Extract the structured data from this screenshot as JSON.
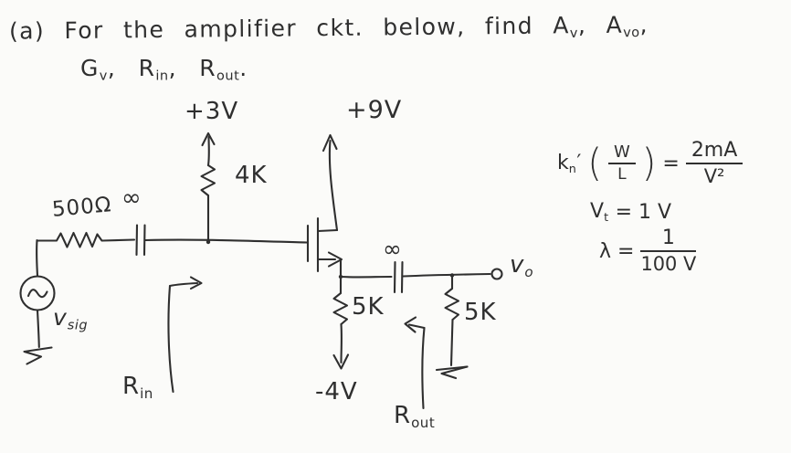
{
  "page": {
    "paper_color": "#fbfbf9",
    "ink_color": "#2f2f2f"
  },
  "title": {
    "l1_a": "(a) For the amplifier ckt. below, find A",
    "l1_sub1": "v",
    "l1_b": ", A",
    "l1_sub2": "vo",
    "l1_c": ",",
    "l2_a": "G",
    "l2_sub1": "v",
    "l2_b": ", R",
    "l2_sub2": "in",
    "l2_c": ", R",
    "l2_sub3": "out",
    "l2_d": "."
  },
  "circuit": {
    "supply_top_left": "+3V",
    "supply_top_right": "+9V",
    "supply_bottom": "-4V",
    "r_gate": "4K",
    "r_sig": "500Ω",
    "r_source": "5K",
    "r_load": "5K",
    "cap_in": "∞",
    "cap_out": "∞",
    "vsig_v": "v",
    "vsig_sub": "sig",
    "vo_v": "v",
    "vo_sub": "o",
    "rin_r": "R",
    "rin_sub": "in",
    "rout_r": "R",
    "rout_sub": "out"
  },
  "params": {
    "kn_k": "k",
    "kn_sub": "n",
    "kn_prime": "′",
    "kn_open": "(",
    "kn_num": "W",
    "kn_den": "L",
    "kn_close": ")",
    "kn_eq": "=",
    "kn_val_num": "2mA",
    "kn_val_den": "V²",
    "vt_v": "V",
    "vt_sub": "t",
    "vt_val": "= 1 V",
    "lambda_sym": "λ",
    "lambda_eq": "=",
    "lambda_num": "1",
    "lambda_den": "100 V"
  }
}
